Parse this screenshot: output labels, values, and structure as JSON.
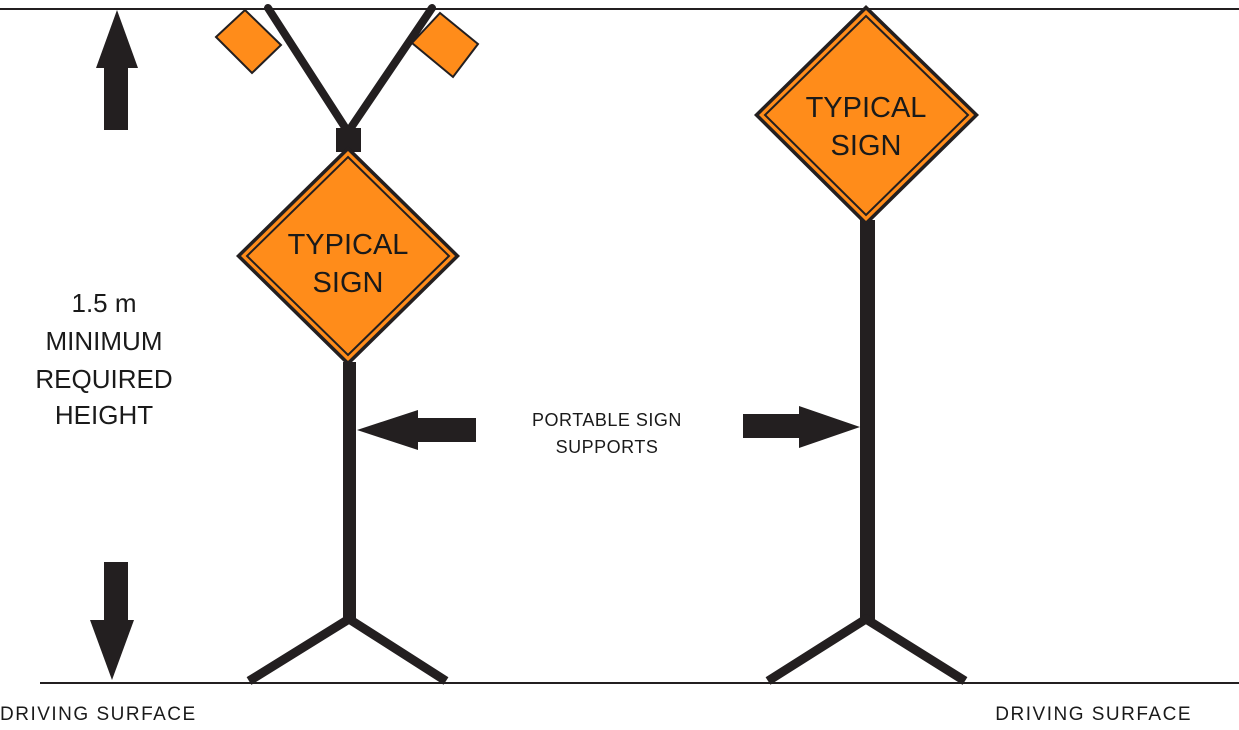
{
  "colors": {
    "sign_orange": "#ff8c1a",
    "sign_border": "#1a1a1a",
    "pole": "#231f20",
    "line": "#231f20",
    "background": "#ffffff"
  },
  "height_label": [
    "1.5 m",
    "MINIMUM",
    "REQUIRED",
    "HEIGHT"
  ],
  "signs": {
    "left": [
      "TYPICAL",
      "SIGN"
    ],
    "right": [
      "TYPICAL",
      "SIGN"
    ]
  },
  "supports_label": [
    "PORTABLE SIGN",
    "SUPPORTS"
  ],
  "driving_surface": {
    "left": "DRIVING SURFACE",
    "right": "DRIVING SURFACE"
  },
  "icons": {
    "up_arrow": "arrow-up-icon",
    "down_arrow": "arrow-down-icon",
    "left_arrow": "arrow-left-icon",
    "right_arrow": "arrow-right-icon",
    "flags": "flag-icon"
  }
}
